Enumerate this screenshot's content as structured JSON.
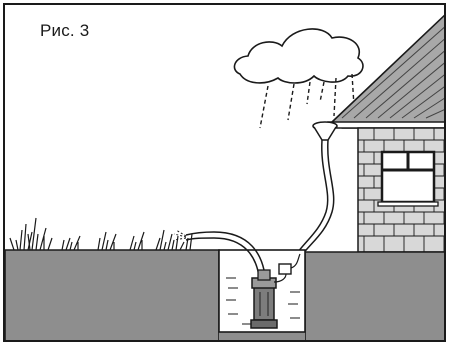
{
  "figure": {
    "label": "Рис. 3"
  },
  "scene": {
    "depicts": [
      "rain-cloud",
      "rain-streaks",
      "house-with-brick-wall",
      "tiled-roof",
      "window",
      "rain-gutter-funnel",
      "downspout-pipe",
      "grass-ground",
      "pump-pit",
      "submersible-pump",
      "float-switch",
      "discharge-hose"
    ],
    "colors": {
      "ink": "#1a1a1a",
      "ground": "#8e8e8e",
      "ground_dark": "#6f6f6f",
      "roof": "#a8a8a8",
      "paper": "#ffffff",
      "pump": "#7d7d7d"
    }
  }
}
